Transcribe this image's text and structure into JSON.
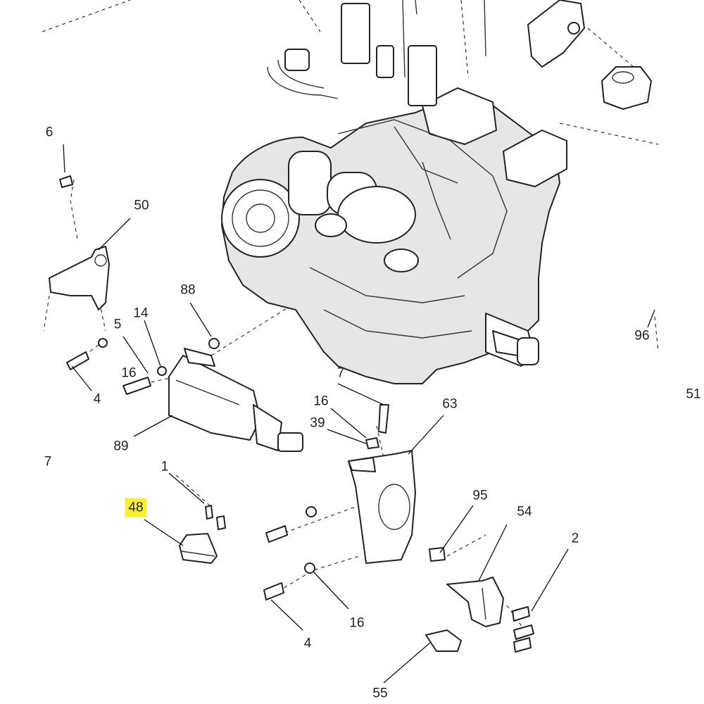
{
  "callouts": [
    {
      "id": "6",
      "text": "6",
      "highlight": false
    },
    {
      "id": "50",
      "text": "50",
      "highlight": false
    },
    {
      "id": "88",
      "text": "88",
      "highlight": false
    },
    {
      "id": "14",
      "text": "14",
      "highlight": false
    },
    {
      "id": "5",
      "text": "5",
      "highlight": false
    },
    {
      "id": "16a",
      "text": "16",
      "highlight": false
    },
    {
      "id": "4a",
      "text": "4",
      "highlight": false
    },
    {
      "id": "89",
      "text": "89",
      "highlight": false
    },
    {
      "id": "7a",
      "text": "7",
      "highlight": false
    },
    {
      "id": "7b",
      "text": "7",
      "highlight": false
    },
    {
      "id": "16b",
      "text": "16",
      "highlight": false
    },
    {
      "id": "39",
      "text": "39",
      "highlight": false
    },
    {
      "id": "63",
      "text": "63",
      "highlight": false
    },
    {
      "id": "1",
      "text": "1",
      "highlight": false
    },
    {
      "id": "48",
      "text": "48",
      "highlight": true
    },
    {
      "id": "95",
      "text": "95",
      "highlight": false
    },
    {
      "id": "54",
      "text": "54",
      "highlight": false
    },
    {
      "id": "2",
      "text": "2",
      "highlight": false
    },
    {
      "id": "16c",
      "text": "16",
      "highlight": false
    },
    {
      "id": "4b",
      "text": "4",
      "highlight": false
    },
    {
      "id": "55",
      "text": "55",
      "highlight": false
    },
    {
      "id": "96",
      "text": "96",
      "highlight": false
    },
    {
      "id": "51",
      "text": "51",
      "highlight": false
    }
  ],
  "colors": {
    "highlight": "#f7f130",
    "line": "#222222",
    "background": "#ffffff"
  }
}
